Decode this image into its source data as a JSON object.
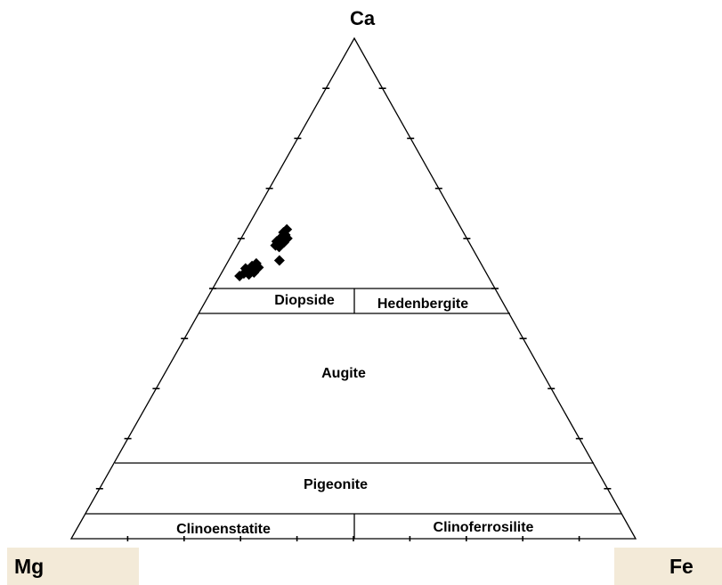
{
  "apex_labels": {
    "top": "Ca",
    "left": "Mg",
    "right": "Fe"
  },
  "field_labels": {
    "diopside": "Diopside",
    "hedenbergite": "Hedenbergite",
    "augite": "Augite",
    "pigeonite": "Pigeonite",
    "clinoenstatite": "Clinoenstatite",
    "clinoferrosilite": "Clinoferrosilite"
  },
  "colors": {
    "corner_box": "#f3ead8",
    "line": "#000000"
  },
  "chart_data": {
    "type": "scatter",
    "diagram": "ternary",
    "apexes": {
      "top": "Ca",
      "bottom_left": "Mg",
      "bottom_right": "Fe"
    },
    "tick_step_fraction": 0.1,
    "field_boundaries_ca_fraction": [
      0.5,
      0.45,
      0.2,
      0.05
    ],
    "points": [
      {
        "ca": 0.53,
        "fe": 0.04
      },
      {
        "ca": 0.535,
        "fe": 0.043
      },
      {
        "ca": 0.54,
        "fe": 0.038
      },
      {
        "ca": 0.528,
        "fe": 0.05
      },
      {
        "ca": 0.545,
        "fe": 0.047
      },
      {
        "ca": 0.532,
        "fe": 0.057
      },
      {
        "ca": 0.525,
        "fe": 0.035
      },
      {
        "ca": 0.55,
        "fe": 0.052
      },
      {
        "ca": 0.542,
        "fe": 0.06
      },
      {
        "ca": 0.586,
        "fe": 0.068
      },
      {
        "ca": 0.59,
        "fe": 0.072
      },
      {
        "ca": 0.594,
        "fe": 0.066
      },
      {
        "ca": 0.598,
        "fe": 0.074
      },
      {
        "ca": 0.602,
        "fe": 0.07
      },
      {
        "ca": 0.607,
        "fe": 0.075
      },
      {
        "ca": 0.612,
        "fe": 0.069
      },
      {
        "ca": 0.592,
        "fe": 0.08
      },
      {
        "ca": 0.6,
        "fe": 0.082
      },
      {
        "ca": 0.618,
        "fe": 0.072
      },
      {
        "ca": 0.583,
        "fe": 0.076
      },
      {
        "ca": 0.556,
        "fe": 0.09
      }
    ]
  }
}
